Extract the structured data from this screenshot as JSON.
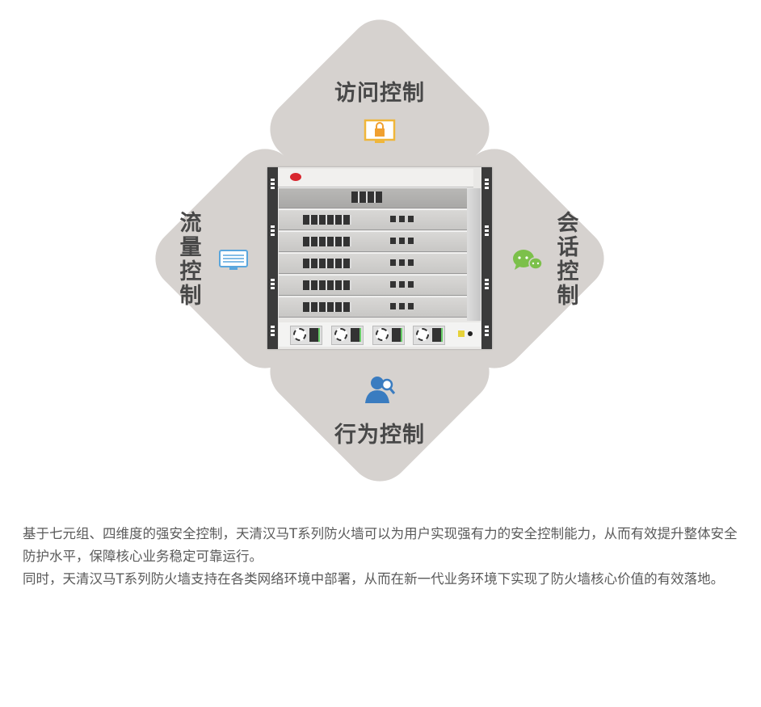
{
  "features": {
    "top": {
      "label": "访问控制",
      "icon": "lock-monitor-icon",
      "color": "#f0b63a"
    },
    "left": {
      "label": "流量控制",
      "icon": "monitor-icon",
      "color": "#5aa6dd"
    },
    "right": {
      "label": "会话控制",
      "icon": "chat-icon",
      "color": "#7cc04a"
    },
    "bottom": {
      "label": "行为控制",
      "icon": "user-search-icon",
      "color": "#3a7cc0"
    }
  },
  "description": {
    "paragraph1": "基于七元组、四维度的强安全控制，天清汉马T系列防火墙可以为用户实现强有力的安全控制能力，从而有效提升整体安全防护水平，保障核心业务稳定可靠运行。",
    "paragraph2": "同时，天清汉马T系列防火墙支持在各类网络环境中部署，从而在新一代业务环境下实现了防火墙核心价值的有效落地。"
  }
}
